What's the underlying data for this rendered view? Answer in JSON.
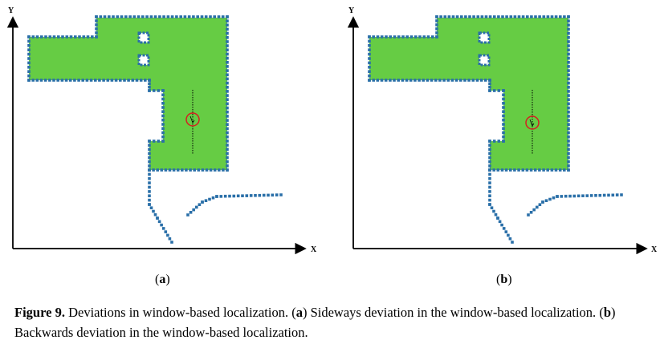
{
  "axes": {
    "x_label": "X",
    "y_label": "Y"
  },
  "panels": [
    {
      "label_open": "(",
      "label_letter": "a",
      "label_close": ")"
    },
    {
      "label_open": "(",
      "label_letter": "b",
      "label_close": ")"
    }
  ],
  "caption": {
    "figure_label": "Figure 9.",
    "title": "Deviations in window-based localization.",
    "part_a_letter": "a",
    "part_a_text": "Sideways deviation in the window-based localization.",
    "part_b_letter": "b",
    "part_b_text": "Backwards deviation in the window-based localization."
  },
  "colors": {
    "free_space": "#66cc44",
    "wall_points": "#2a6fa8",
    "marker": "#d42020",
    "axis": "#000000"
  }
}
